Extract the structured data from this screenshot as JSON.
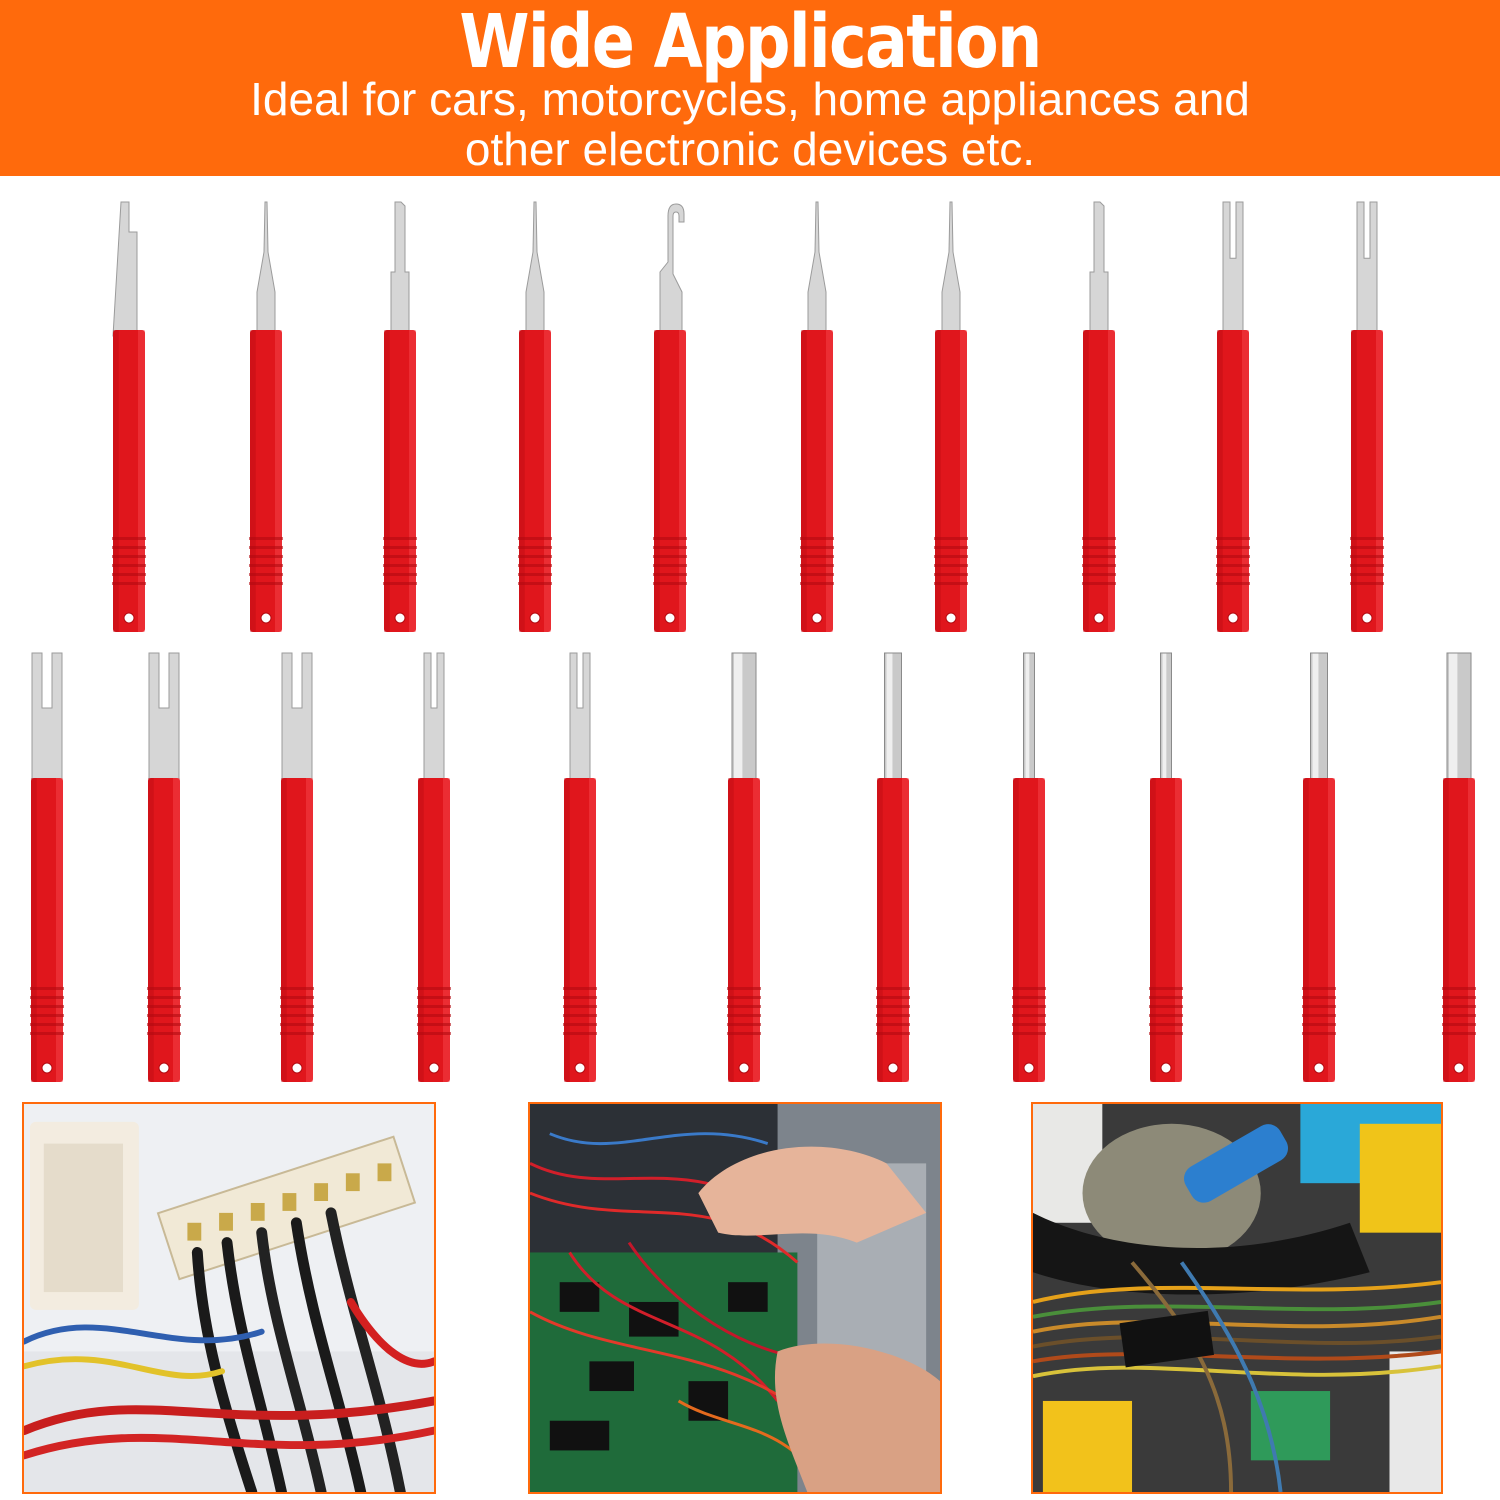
{
  "banner": {
    "title": "Wide Application",
    "subtitle_line1": "Ideal for cars, motorcycles, home appliances and",
    "subtitle_line2": "other electronic devices etc."
  },
  "colors": {
    "banner": "#ff6a0c",
    "handle": "#e0161c",
    "handle_dark": "#b30a10",
    "blade": "#d6d6d6",
    "photo_border": "#ff6a0c"
  },
  "tool_rows": [
    [
      "flat-wide",
      "needle",
      "flat-narrow",
      "needle",
      "hook",
      "needle",
      "needle",
      "flat-narrow",
      "fork-narrow",
      "fork-narrow"
    ],
    [
      "fork-wide",
      "fork-wide",
      "fork-wide",
      "fork-narrow",
      "fork-narrow",
      "tube-thick",
      "tube",
      "tube-thin",
      "tube-thin",
      "tube",
      "tube-thick"
    ]
  ],
  "photos": [
    {
      "name": "connector-harness-photo"
    },
    {
      "name": "circuit-board-wiring-photo"
    },
    {
      "name": "car-wiring-bundle-photo"
    }
  ]
}
